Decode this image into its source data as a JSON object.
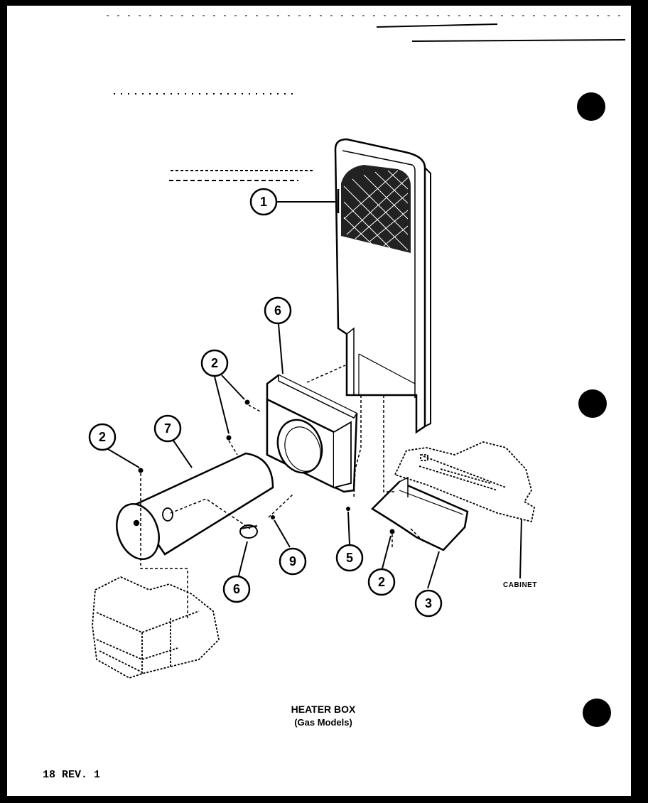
{
  "diagram": {
    "title": "HEATER BOX",
    "subtitle": "(Gas Models)",
    "page_ref": "18 REV. 1",
    "cabinet_label": "CABINET",
    "callouts": [
      {
        "id": "callout-1",
        "label": "1"
      },
      {
        "id": "callout-6-top",
        "label": "6"
      },
      {
        "id": "callout-2-upper",
        "label": "2"
      },
      {
        "id": "callout-2-left",
        "label": "2"
      },
      {
        "id": "callout-7",
        "label": "7"
      },
      {
        "id": "callout-9",
        "label": "9"
      },
      {
        "id": "callout-6-bottom",
        "label": "6"
      },
      {
        "id": "callout-5",
        "label": "5"
      },
      {
        "id": "callout-2-lower",
        "label": "2"
      },
      {
        "id": "callout-3",
        "label": "3"
      }
    ]
  }
}
